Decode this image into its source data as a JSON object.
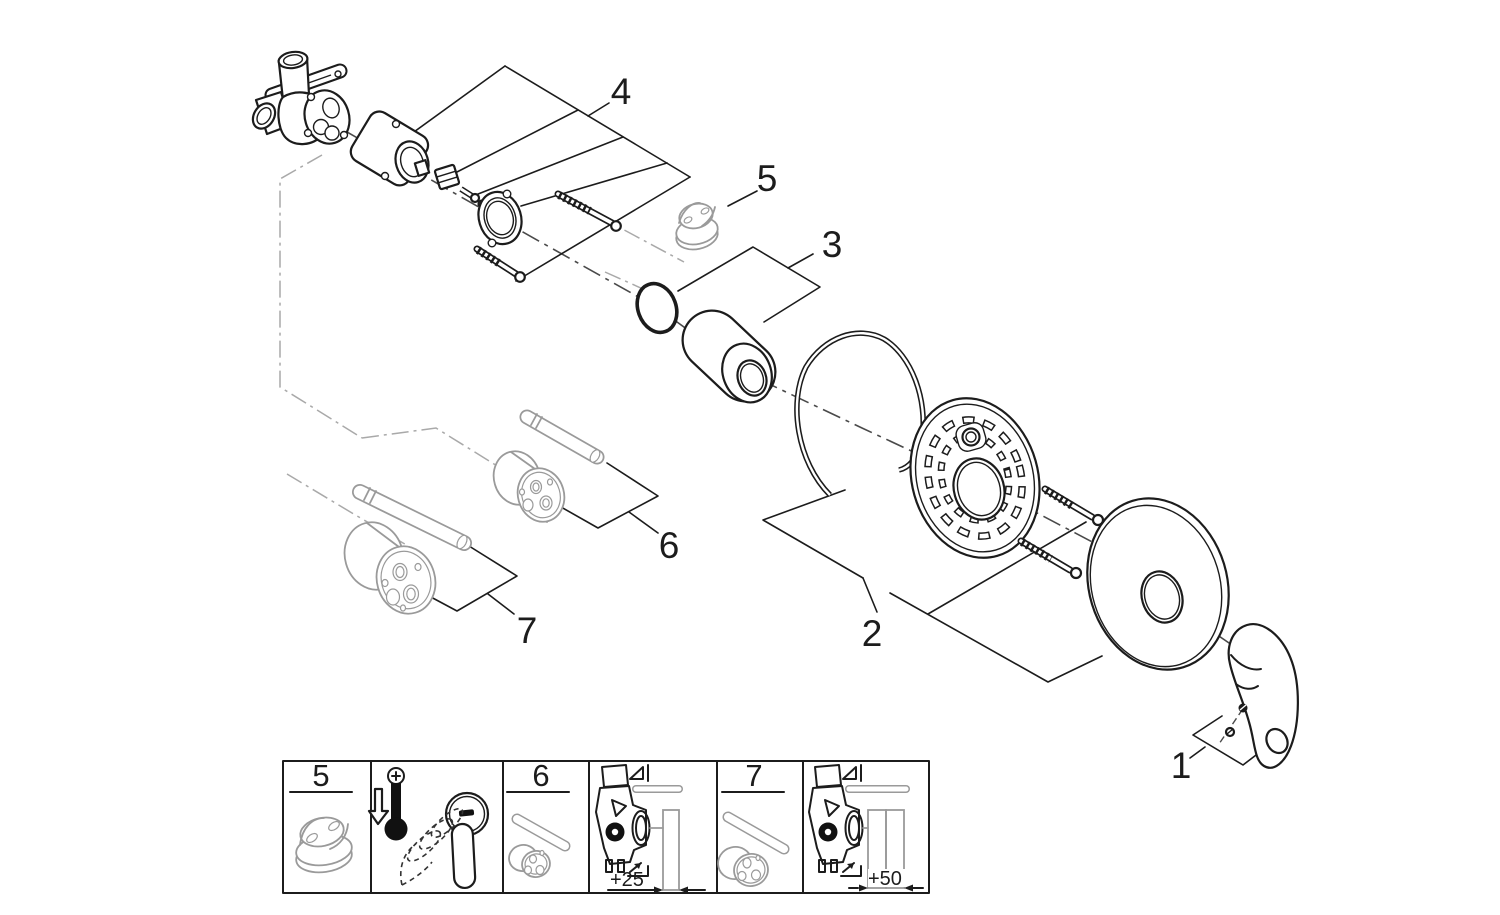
{
  "diagram": {
    "type": "exploded-parts-diagram",
    "subject": "concealed single-lever mixer valve with trim set",
    "callouts": {
      "1": "1",
      "2": "2",
      "3": "3",
      "4": "4",
      "5": "5",
      "6": "6",
      "7": "7"
    },
    "footer_panels": {
      "panel_5_label": "5",
      "panel_6_label": "6",
      "panel_7_label": "7",
      "dim_plus_25": "+25",
      "dim_plus_50": "+50"
    },
    "colors": {
      "line": "#1c1c1c",
      "grey_part": "#9a9a9a",
      "centerline": "#a9a9a9",
      "background": "#ffffff"
    }
  }
}
